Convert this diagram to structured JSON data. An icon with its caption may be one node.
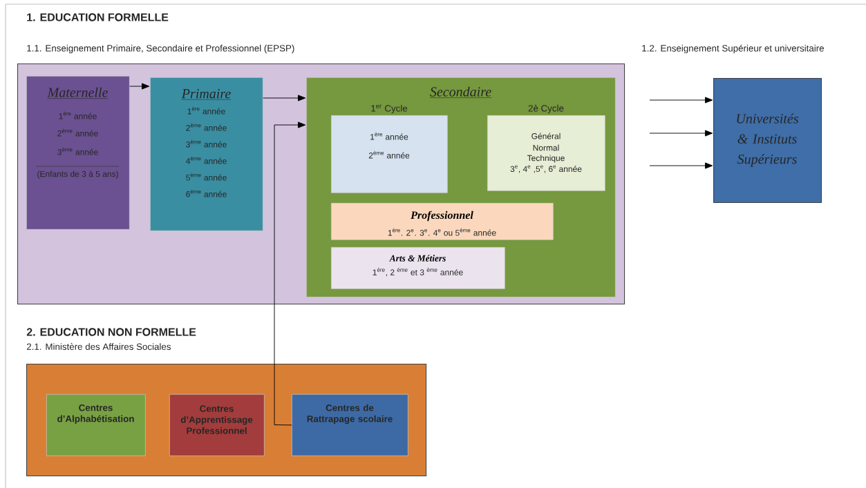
{
  "diagram": {
    "nodes": [
      {
        "text": [],
        "shape": "box"
      },
      {
        "text": [
          "Maternelle",
          "1$^{ère}$ année",
          "2$^{ème}$ année",
          "3$^{ème}$ année",
          "(Enfants de 3 à 5 ans)"
        ],
        "in": 0
      },
      {
        "text": [
          "Primaire",
          "1$^{ère}$ année",
          "2$^{ème}$ année",
          "3$^{ème}$ année",
          "4$^{ème}$ année",
          "5$^{ème}$ année",
          "6$^{ème}$ année"
        ],
        "in": 0
      },
      {
        "text": [
          "Secondaire"
        ],
        "in": 0
      },
      {
        "text": [
          "1$^{ère}$ année",
          "2$^{ème}$ année"
        ],
        "in": 3
      },
      {
        "text": [
          "Général",
          "Normal",
          "Technique",
          "3$^{e}$, 4$^{e}$ ,5$^{e}$, 6$^{e}$ année"
        ],
        "in": 3
      },
      {
        "text": [
          "Professionnel",
          "1$^{ère}$.  2$^{e}$. 3$^{e}$. 4$^{e}$ ou 5$^{ème}$ année"
        ],
        "in": 3
      },
      {
        "text": [
          "Arts & Métiers",
          "1$^{ère}$, 2 $^{ème}$ et 3 $^{ème}$ année"
        ],
        "in": 3
      },
      {
        "text": [
          "Universités & Instituts Supérieurs"
        ]
      },
      {
        "text": [],
        "shape": "box"
      },
      {
        "text": [
          "Centres d’Alphabétisation"
        ],
        "in": 9
      },
      {
        "text": [
          "Centres d’Apprentissage Professionnel"
        ],
        "in": 9
      },
      {
        "text": [
          "Centres de Rattrapage scolaire"
        ],
        "in": 9
      }
    ],
    "edges": [
      {
        "from": 1,
        "to": 2,
        "arrow": "to"
      },
      {
        "from": 2,
        "to": 3,
        "arrow": "to"
      },
      {
        "from": 12,
        "to": 3,
        "arrow": "to"
      },
      {
        "from": null,
        "to": 8,
        "arrow": "to"
      },
      {
        "from": null,
        "to": 8,
        "arrow": "to"
      },
      {
        "from": null,
        "to": 8,
        "arrow": "to"
      }
    ],
    "labels": [
      "1.  EDUCATION  FORMELLE",
      "1.1. Enseignement Primaire, Secondaire et Professionnel (EPSP)",
      "1.2. Enseignement Supérieur et universitaire",
      "1$^{er}$ Cycle",
      "2è Cycle",
      "2.  EDUCATION NON FORMELLE",
      "2.1. Ministère des Affaires Sociales"
    ]
  }
}
